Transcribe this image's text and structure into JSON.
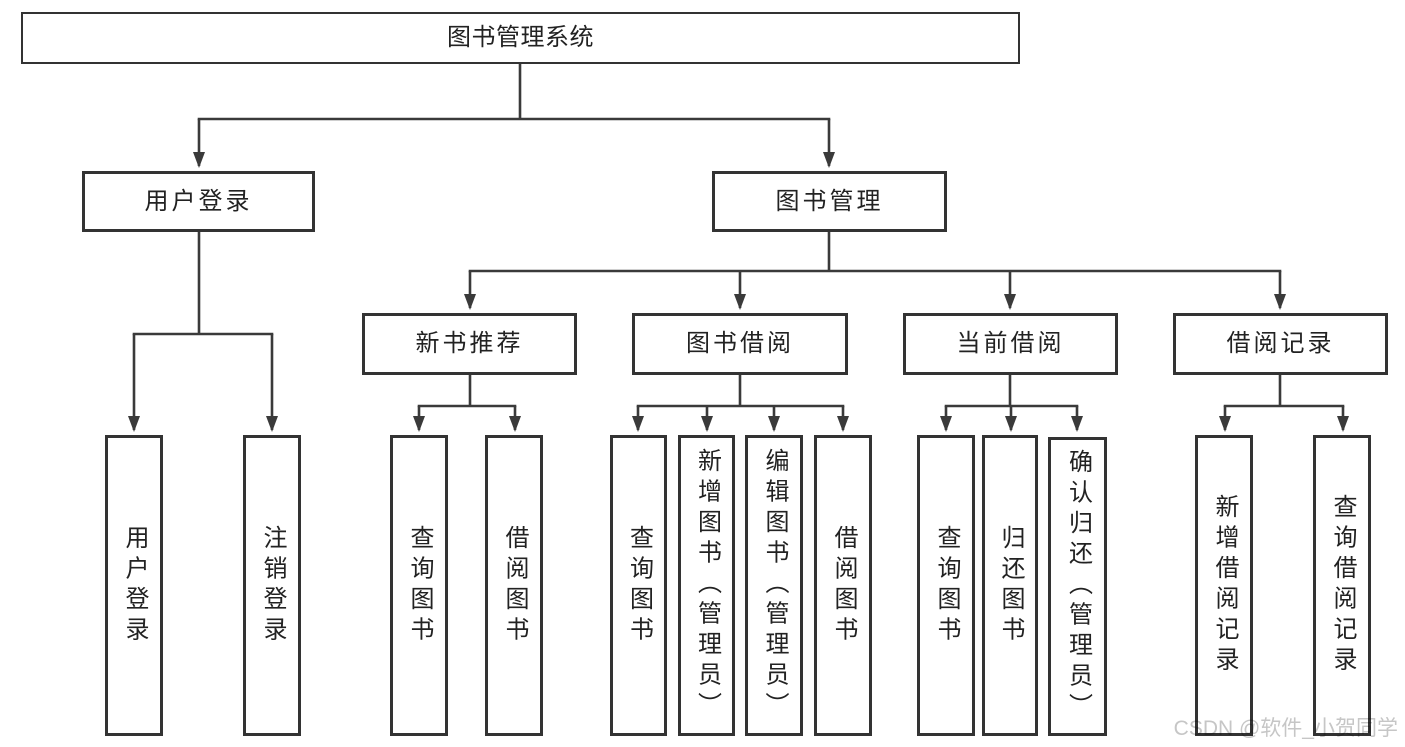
{
  "diagram": {
    "root": {
      "label": "图书管理系统"
    },
    "level2": [
      {
        "label": "用户登录"
      },
      {
        "label": "图书管理"
      }
    ],
    "level3": [
      {
        "label": "新书推荐",
        "parent": "图书管理"
      },
      {
        "label": "图书借阅",
        "parent": "图书管理"
      },
      {
        "label": "当前借阅",
        "parent": "图书管理"
      },
      {
        "label": "借阅记录",
        "parent": "图书管理"
      }
    ],
    "leaves": [
      {
        "label": "用户登录",
        "parent": "用户登录"
      },
      {
        "label": "注销登录",
        "parent": "用户登录"
      },
      {
        "label": "查询图书",
        "parent": "新书推荐"
      },
      {
        "label": "借阅图书",
        "parent": "新书推荐"
      },
      {
        "label": "查询图书",
        "parent": "图书借阅"
      },
      {
        "label": "新增图书（管理员）",
        "parent": "图书借阅"
      },
      {
        "label": "编辑图书（管理员）",
        "parent": "图书借阅"
      },
      {
        "label": "借阅图书",
        "parent": "图书借阅"
      },
      {
        "label": "查询图书",
        "parent": "当前借阅"
      },
      {
        "label": "归还图书",
        "parent": "当前借阅"
      },
      {
        "label": "确认归还（管理员）",
        "parent": "当前借阅"
      },
      {
        "label": "新增借阅记录",
        "parent": "借阅记录"
      },
      {
        "label": "查询借阅记录",
        "parent": "借阅记录"
      }
    ]
  },
  "watermark": {
    "text": "CSDN @软件_小贺同学"
  },
  "colors": {
    "line": "#3a3a3a",
    "box_border": "#333333",
    "text": "#222222",
    "watermark": "#c6c6c6",
    "background": "#ffffff"
  }
}
